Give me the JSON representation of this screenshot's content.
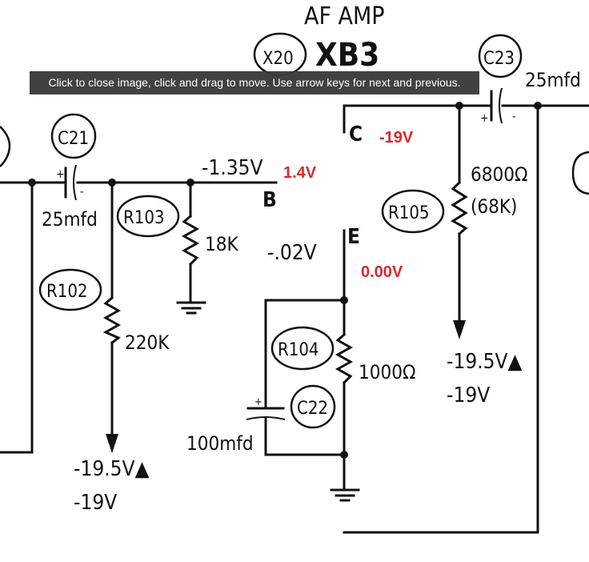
{
  "viewer": {
    "hint": "Click to close image, click and drag to move. Use arrow keys for next and previous."
  },
  "schematic": {
    "stage_title": "AF AMP",
    "transistor": {
      "ref": "X20",
      "type": "XB3"
    },
    "caps": [
      {
        "ref": "C21",
        "value": "25mfd"
      },
      {
        "ref": "C22",
        "value": "100mfd"
      },
      {
        "ref": "C23",
        "value": "25mfd"
      }
    ],
    "resistors": [
      {
        "ref": "R102",
        "value": "220K"
      },
      {
        "ref": "R103",
        "value": "18K"
      },
      {
        "ref": "R104",
        "value": "1000Ω"
      },
      {
        "ref": "R105",
        "value": "6800Ω",
        "alt": "(68K)"
      }
    ],
    "pins": {
      "collector": "C",
      "base": "B",
      "emitter": "E"
    },
    "printed_voltages": {
      "base": "-1.35V",
      "emitter": "-.02V",
      "r102_supply_a": "-19.5V▲",
      "r102_supply_b": "-19V",
      "r105_supply_a": "-19.5V▲",
      "r105_supply_b": "-19V"
    },
    "measured": {
      "collector": "-19V",
      "base": "1.4V",
      "emitter": "0.00V",
      "color": "#d9292b"
    }
  }
}
